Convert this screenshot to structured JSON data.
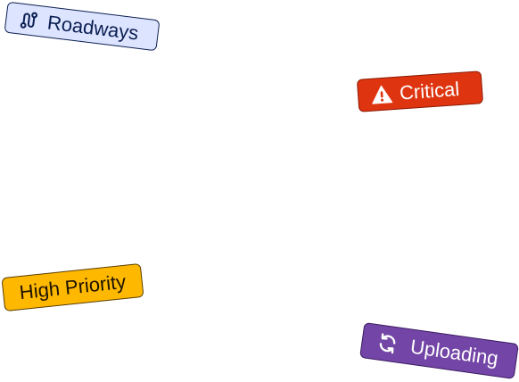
{
  "badges": {
    "roadways": {
      "label": "Roadways",
      "icon": "route-icon",
      "bg": "#dde4ff",
      "border": "#0b1f52",
      "text": "#0b1f52"
    },
    "critical": {
      "label": "Critical",
      "icon": "warning-icon",
      "bg": "#de3510",
      "border": "#8b1a05",
      "text": "#ffffff"
    },
    "high_priority": {
      "label": "High Priority",
      "bg": "#ffb800",
      "border": "#5a3d00",
      "text": "#1d1400"
    },
    "uploading": {
      "label": "Uploading",
      "icon": "refresh-icon",
      "bg": "#7345a6",
      "border": "#3b1c63",
      "text": "#ffffff"
    }
  }
}
